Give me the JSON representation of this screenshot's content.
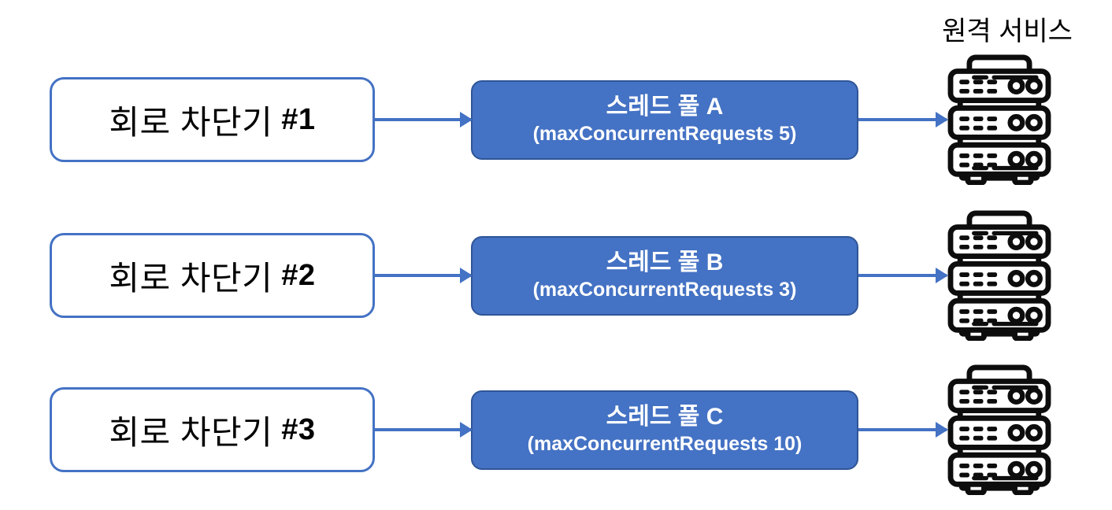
{
  "colors": {
    "accent_blue": "#4472C4",
    "pool_border_blue": "#2F5597",
    "icon_black": "#0D0D0D",
    "pool_text_white": "#FFFFFF",
    "breaker_text_black": "#000000"
  },
  "remote_service_label": "원격 서비스",
  "rows": [
    {
      "breaker_name": "회로 차단기",
      "breaker_num": "#1",
      "pool_title": "스레드 풀 A",
      "pool_subtitle": "(maxConcurrentRequests 5)"
    },
    {
      "breaker_name": "회로 차단기",
      "breaker_num": "#2",
      "pool_title": "스레드 풀 B",
      "pool_subtitle": "(maxConcurrentRequests 3)"
    },
    {
      "breaker_name": "회로 차단기",
      "breaker_num": "#3",
      "pool_title": "스레드 풀 C",
      "pool_subtitle": "(maxConcurrentRequests 10)"
    }
  ],
  "icons": {
    "server": "server-rack-icon"
  }
}
